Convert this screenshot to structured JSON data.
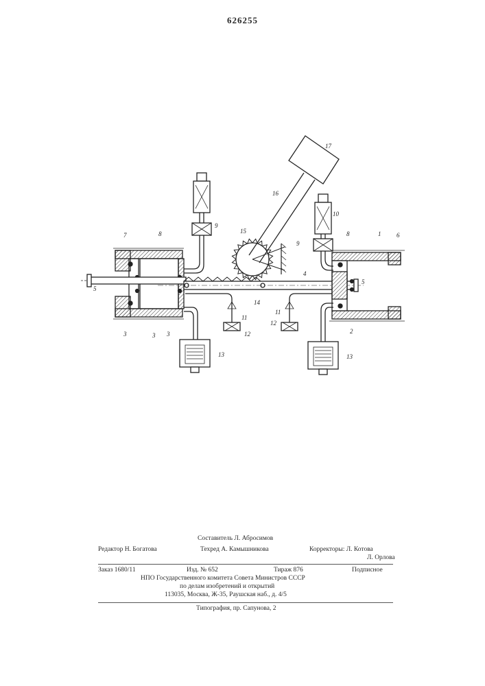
{
  "patent_number": "626255",
  "figure_labels": {
    "l1": "1",
    "l2": "2",
    "l3a": "3",
    "l3b": "3",
    "l3c": "3",
    "l4": "4",
    "l5a": "5",
    "l5b": "5",
    "l6": "6",
    "l7": "7",
    "l8a": "8",
    "l8b": "8",
    "l9a": "9",
    "l9b": "9",
    "l10": "10",
    "l11a": "11",
    "l11b": "11",
    "l12a": "12",
    "l12b": "12",
    "l13a": "13",
    "l13b": "13",
    "l14": "14",
    "l15": "15",
    "l16": "16",
    "l17": "17"
  },
  "imprint": {
    "compiler": "Составитель Л. Абросимов",
    "editor": "Редактор Н. Богатова",
    "techred": "Техред А. Камышникова",
    "correctors_1": "Корректоры: Л. Котова",
    "correctors_2": "Л. Орлова",
    "order": "Заказ 1680/11",
    "publ_no": "Изд. № 652",
    "circulation": "Тираж 876",
    "subscription": "Подписное",
    "org_1": "НПО Государственного комитета Совета Министров СССР",
    "org_2": "по делам изобретений и открытий",
    "address": "113035, Москва, Ж-35, Раушская наб., д. 4/5",
    "printer": "Типография, пр. Сапунова, 2"
  }
}
